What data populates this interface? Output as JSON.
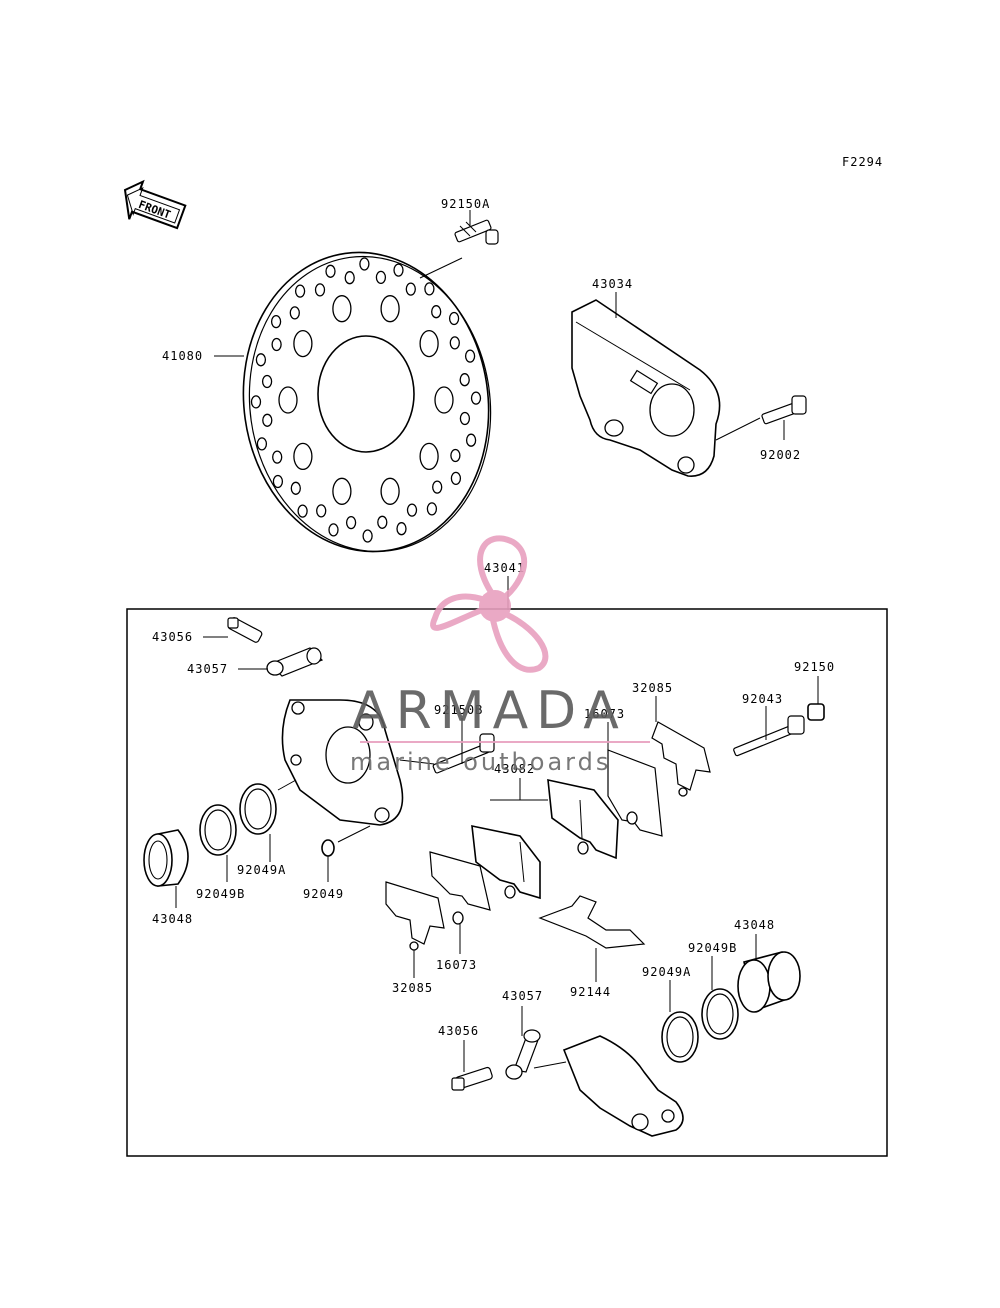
{
  "figure_code": "F2294",
  "front_arrow_label": "FRONT",
  "parts": {
    "p92150A": "92150A",
    "p43034": "43034",
    "p41080": "41080",
    "p92002": "92002",
    "p43041": "43041",
    "p43056_top": "43056",
    "p43057_top": "43057",
    "p92150": "92150",
    "p32085_top": "32085",
    "p92043": "92043",
    "p92150B": "92150B",
    "p16073_top": "16073",
    "p43082": "43082",
    "p92049A_left": "92049A",
    "p92049B_left": "92049B",
    "p92049": "92049",
    "p43048_left": "43048",
    "p16073_bottom": "16073",
    "p32085_bottom": "32085",
    "p92144": "92144",
    "p43048_right": "43048",
    "p92049B_right": "92049B",
    "p92049A_right": "92049A",
    "p43057_bottom": "43057",
    "p43056_bottom": "43056"
  },
  "watermark": {
    "brand": "ARMADA",
    "tagline": "marine outboards",
    "color": "#e8a0bf"
  }
}
